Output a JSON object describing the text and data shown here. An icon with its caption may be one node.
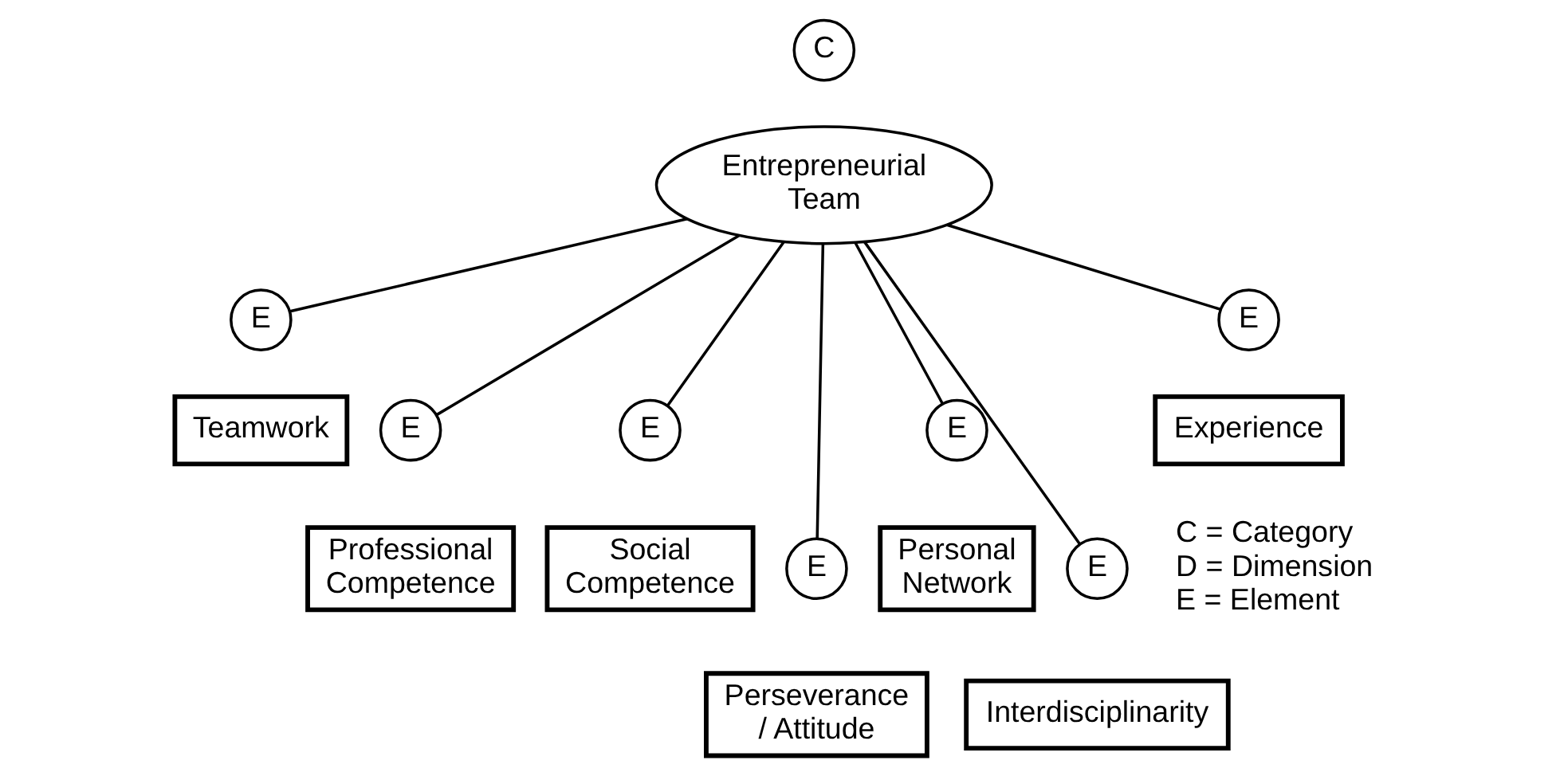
{
  "diagram": {
    "nodes": [
      {
        "text": [
          "C"
        ]
      },
      {
        "text": [
          "Entrepreneurial Team"
        ]
      },
      {
        "text": [
          "E"
        ]
      },
      {
        "text": [
          "Teamwork"
        ]
      },
      {
        "text": [
          "E"
        ]
      },
      {
        "text": [
          "Professional Competence"
        ]
      },
      {
        "text": [
          "E"
        ]
      },
      {
        "text": [
          "Perseverance / Attitude"
        ]
      },
      {
        "text": [
          "E"
        ]
      },
      {
        "text": [
          "Social Competence"
        ]
      },
      {
        "text": [
          "E"
        ]
      },
      {
        "text": [
          "Interdisciplinarity"
        ]
      },
      {
        "text": [
          "E"
        ]
      },
      {
        "text": [
          "Personal Network"
        ]
      },
      {
        "text": [
          "E"
        ]
      },
      {
        "text": [
          "Experience"
        ]
      }
    ],
    "edges": [
      {
        "from": 1,
        "to": 2,
        "arrow": "none"
      },
      {
        "from": 1,
        "to": 4,
        "arrow": "none"
      },
      {
        "from": 1,
        "to": 6,
        "arrow": "none"
      },
      {
        "from": 1,
        "to": 8,
        "arrow": "none"
      },
      {
        "from": 1,
        "to": 10,
        "arrow": "none"
      },
      {
        "from": 1,
        "to": 12,
        "arrow": "none"
      },
      {
        "from": 1,
        "to": 14,
        "arrow": "none"
      }
    ],
    "labels": [
      "C = Category",
      "D = Dimension",
      "E = Element"
    ]
  }
}
